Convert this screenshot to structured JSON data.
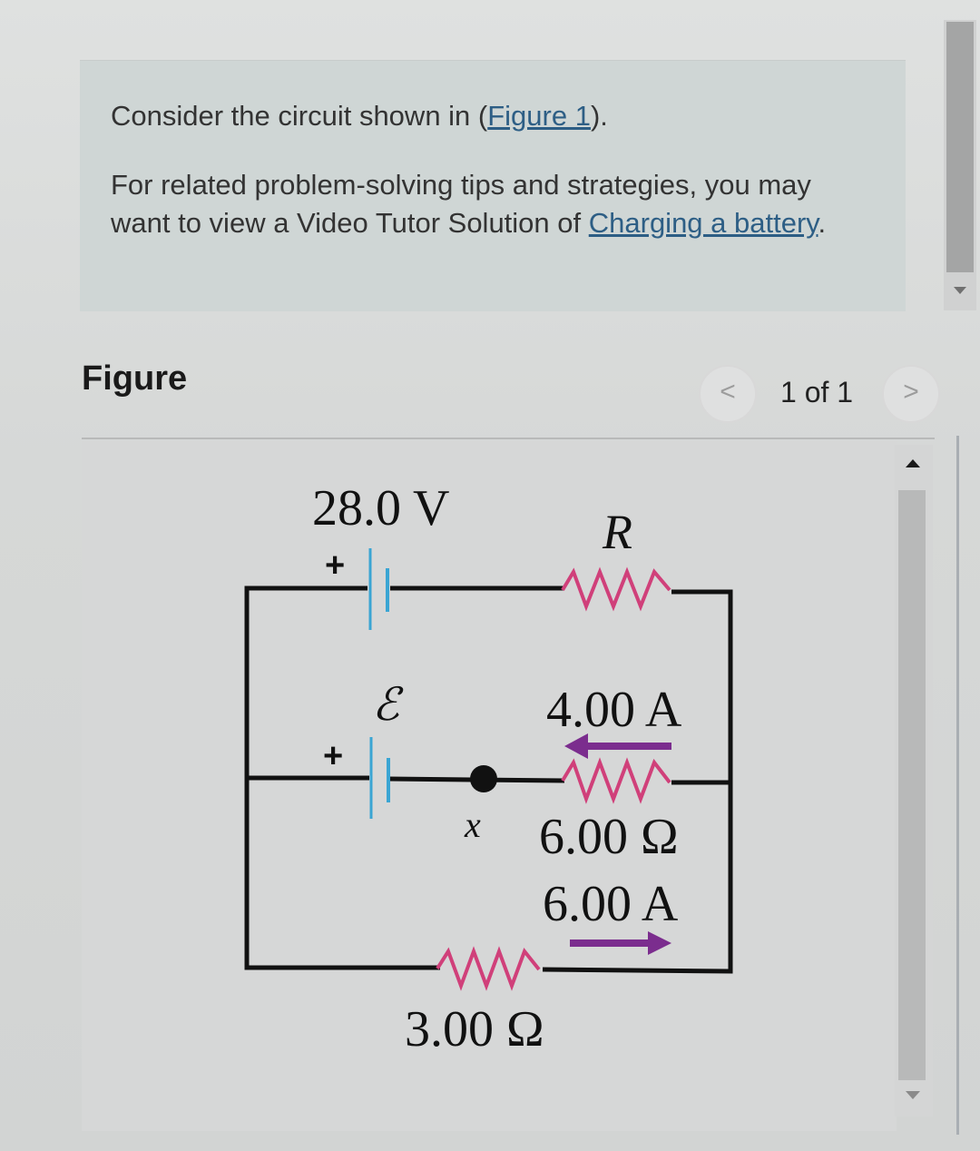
{
  "problem": {
    "intro_prefix": "Consider the circuit shown in (",
    "intro_link": "Figure 1",
    "intro_suffix": ").",
    "tip_text": "For related problem-solving tips and strategies, you may want to view a Video Tutor Solution of ",
    "tip_link": "Charging a battery",
    "tip_suffix": "."
  },
  "figure": {
    "title": "Figure",
    "pager": {
      "prev_icon": "chevron-left-icon",
      "prev_glyph": "<",
      "label": "1 of 1",
      "next_icon": "chevron-right-icon",
      "next_glyph": ">"
    }
  },
  "circuit": {
    "battery_top_voltage": "28.0 V",
    "battery_top_polarity": "+",
    "resistor_top_label": "R",
    "battery_middle_label": "ℰ",
    "battery_middle_polarity": "+",
    "node_label": "x",
    "middle_current": "4.00 A",
    "middle_current_direction": "left",
    "middle_resistance": "6.00 Ω",
    "bottom_current": "6.00 A",
    "bottom_current_direction": "right",
    "bottom_resistance": "3.00 Ω"
  },
  "colors": {
    "battery": "#3aa5d3",
    "resistor": "#d0407a",
    "current_arrow": "#7b2d8e",
    "wire": "#111111",
    "link": "#2d5e85"
  }
}
